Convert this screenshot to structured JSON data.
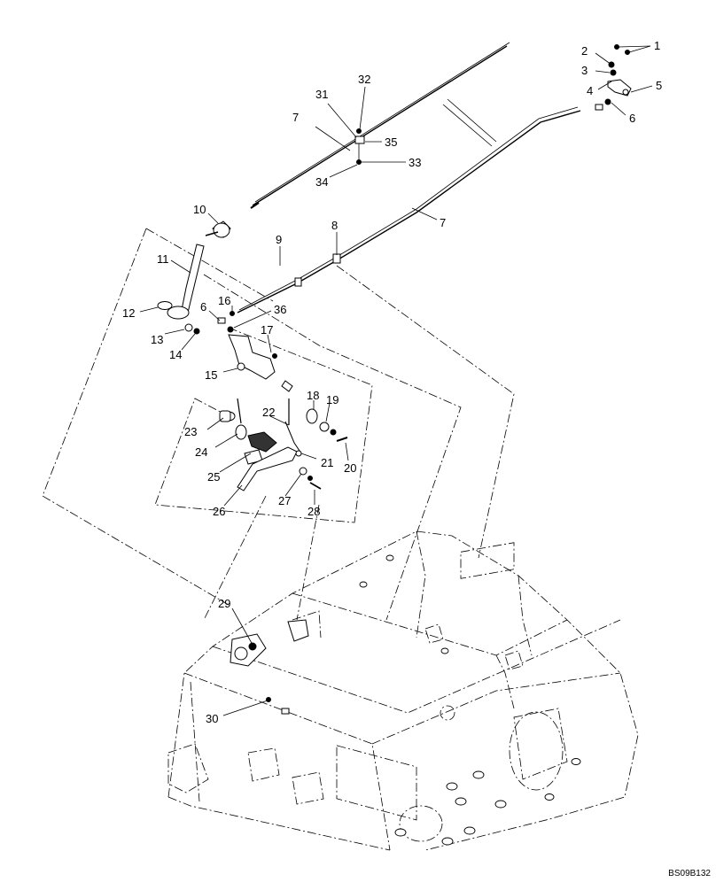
{
  "diagram": {
    "reference_code": "BS09B132",
    "callouts": {
      "c1": "1",
      "c2": "2",
      "c3": "3",
      "c4": "4",
      "c5": "5",
      "c6a": "6",
      "c6b": "6",
      "c7a": "7",
      "c7b": "7",
      "c8": "8",
      "c9": "9",
      "c10": "10",
      "c11": "11",
      "c12": "12",
      "c13": "13",
      "c14": "14",
      "c15": "15",
      "c16": "16",
      "c17": "17",
      "c18": "18",
      "c19": "19",
      "c20": "20",
      "c21": "21",
      "c22": "22",
      "c23": "23",
      "c24": "24",
      "c25": "25",
      "c26": "26",
      "c27": "27",
      "c28": "28",
      "c29": "29",
      "c30": "30",
      "c31": "31",
      "c32": "32",
      "c33": "33",
      "c34": "34",
      "c35": "35",
      "c36": "36"
    }
  }
}
